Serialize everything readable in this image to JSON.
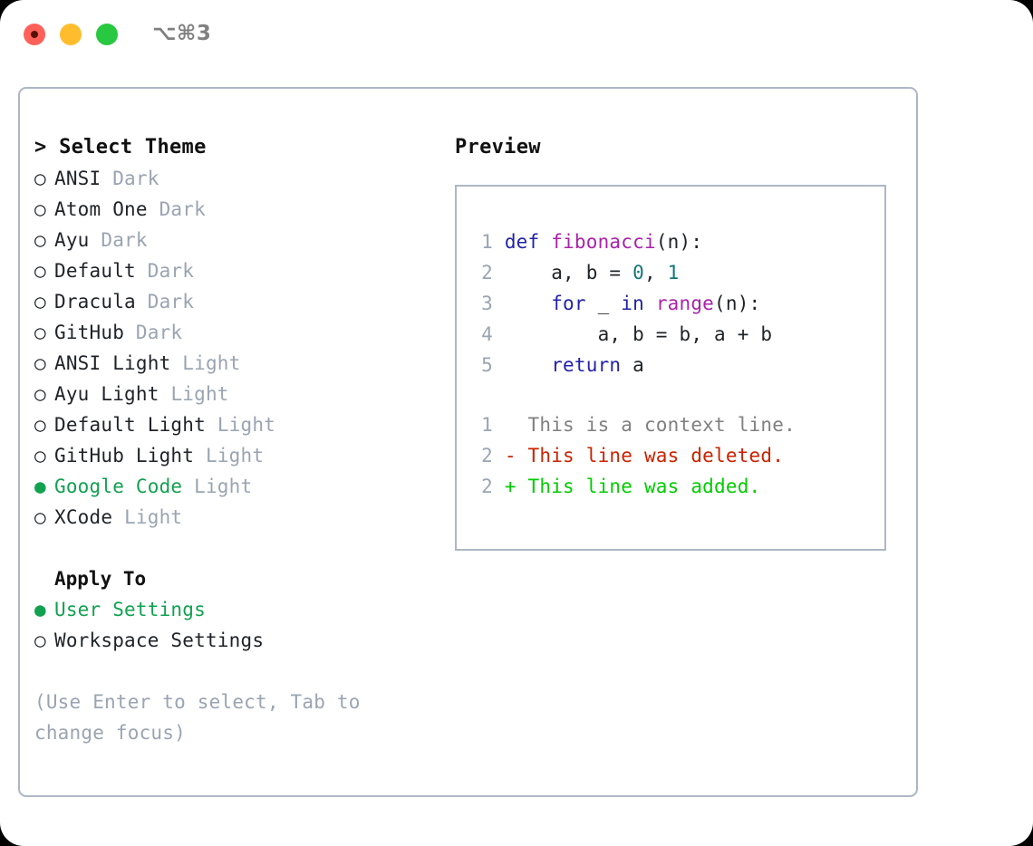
{
  "titlebar": {
    "shortcut": "⌥⌘3",
    "buttons": [
      {
        "name": "close",
        "color": "#ff6159"
      },
      {
        "name": "minimize",
        "color": "#ffbd2e"
      },
      {
        "name": "maximize",
        "color": "#28c840"
      }
    ]
  },
  "colors": {
    "accent_green": "#12a150",
    "muted": "#9aa4b2",
    "border": "#adb7c4",
    "keyword": "#2222aa",
    "function": "#aa22aa",
    "number": "#117777",
    "diff_deleted": "#cc2200",
    "diff_added": "#00cc00",
    "diff_context": "#808080"
  },
  "theme_picker": {
    "header": "> Select Theme",
    "bullet_selected": "●",
    "bullet_unselected": "○",
    "items": [
      {
        "name": "ANSI",
        "variant": "Dark",
        "selected": false
      },
      {
        "name": "Atom One",
        "variant": "Dark",
        "selected": false
      },
      {
        "name": "Ayu",
        "variant": "Dark",
        "selected": false
      },
      {
        "name": "Default",
        "variant": "Dark",
        "selected": false
      },
      {
        "name": "Dracula",
        "variant": "Dark",
        "selected": false
      },
      {
        "name": "GitHub",
        "variant": "Dark",
        "selected": false
      },
      {
        "name": "ANSI Light",
        "variant": "Light",
        "selected": false
      },
      {
        "name": "Ayu Light",
        "variant": "Light",
        "selected": false
      },
      {
        "name": "Default Light",
        "variant": "Light",
        "selected": false
      },
      {
        "name": "GitHub Light",
        "variant": "Light",
        "selected": false
      },
      {
        "name": "Google Code",
        "variant": "Light",
        "selected": true
      },
      {
        "name": "XCode",
        "variant": "Light",
        "selected": false
      }
    ]
  },
  "apply_to": {
    "header": "Apply To",
    "options": [
      {
        "name": "User Settings",
        "selected": true
      },
      {
        "name": "Workspace Settings",
        "selected": false
      }
    ]
  },
  "hint": "(Use Enter to select, Tab to change focus)",
  "preview": {
    "header": "Preview",
    "code_lines": [
      {
        "no": "1",
        "tokens": [
          {
            "t": "def",
            "c": "kw"
          },
          {
            "t": " ",
            "c": "pln"
          },
          {
            "t": "fibonacci",
            "c": "fn"
          },
          {
            "t": "(n):",
            "c": "pln"
          }
        ]
      },
      {
        "no": "2",
        "tokens": [
          {
            "t": "    a, b = ",
            "c": "pln"
          },
          {
            "t": "0",
            "c": "num"
          },
          {
            "t": ", ",
            "c": "pln"
          },
          {
            "t": "1",
            "c": "num"
          }
        ]
      },
      {
        "no": "3",
        "tokens": [
          {
            "t": "    ",
            "c": "pln"
          },
          {
            "t": "for",
            "c": "kw"
          },
          {
            "t": " _ ",
            "c": "pln"
          },
          {
            "t": "in",
            "c": "kw"
          },
          {
            "t": " ",
            "c": "pln"
          },
          {
            "t": "range",
            "c": "fn"
          },
          {
            "t": "(n):",
            "c": "pln"
          }
        ]
      },
      {
        "no": "4",
        "tokens": [
          {
            "t": "        a, b = b, a + b",
            "c": "pln"
          }
        ]
      },
      {
        "no": "5",
        "tokens": [
          {
            "t": "    ",
            "c": "pln"
          },
          {
            "t": "return",
            "c": "kw"
          },
          {
            "t": " a",
            "c": "pln"
          }
        ]
      }
    ],
    "diff_lines": [
      {
        "no": "1",
        "marker": "  ",
        "text": "This is a context line.",
        "kind": "diff-ctx"
      },
      {
        "no": "2",
        "marker": "- ",
        "text": "This line was deleted.",
        "kind": "diff-del"
      },
      {
        "no": "2",
        "marker": "+ ",
        "text": "This line was added.",
        "kind": "diff-add"
      }
    ]
  }
}
